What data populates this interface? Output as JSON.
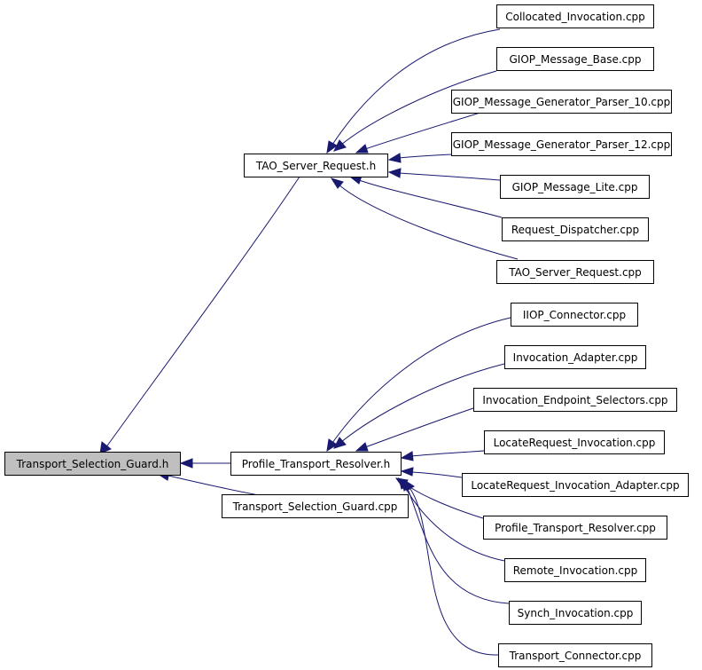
{
  "diagram": {
    "root": "Transport_Selection_Guard.h",
    "nodes": {
      "root": "Transport_Selection_Guard.h",
      "tsr_h": "TAO_Server_Request.h",
      "ptr_h": "Profile_Transport_Resolver.h",
      "tsg_cpp": "Transport_Selection_Guard.cpp",
      "collocated": "Collocated_Invocation.cpp",
      "giop_base": "GIOP_Message_Base.cpp",
      "giop_10": "GIOP_Message_Generator_Parser_10.cpp",
      "giop_12": "GIOP_Message_Generator_Parser_12.cpp",
      "giop_lite": "GIOP_Message_Lite.cpp",
      "req_disp": "Request_Dispatcher.cpp",
      "tsr_cpp": "TAO_Server_Request.cpp",
      "iiop": "IIOP_Connector.cpp",
      "inv_adapter": "Invocation_Adapter.cpp",
      "inv_endpoint": "Invocation_Endpoint_Selectors.cpp",
      "locreq": "LocateRequest_Invocation.cpp",
      "locreq_adapter": "LocateRequest_Invocation_Adapter.cpp",
      "ptr_cpp": "Profile_Transport_Resolver.cpp",
      "remote": "Remote_Invocation.cpp",
      "synch": "Synch_Invocation.cpp",
      "transport_conn": "Transport_Connector.cpp"
    },
    "edges": [
      {
        "from": "tsr_h",
        "to": "root"
      },
      {
        "from": "ptr_h",
        "to": "root"
      },
      {
        "from": "tsg_cpp",
        "to": "root"
      },
      {
        "from": "collocated",
        "to": "tsr_h"
      },
      {
        "from": "giop_base",
        "to": "tsr_h"
      },
      {
        "from": "giop_10",
        "to": "tsr_h"
      },
      {
        "from": "giop_12",
        "to": "tsr_h"
      },
      {
        "from": "giop_lite",
        "to": "tsr_h"
      },
      {
        "from": "req_disp",
        "to": "tsr_h"
      },
      {
        "from": "tsr_cpp",
        "to": "tsr_h"
      },
      {
        "from": "iiop",
        "to": "ptr_h"
      },
      {
        "from": "inv_adapter",
        "to": "ptr_h"
      },
      {
        "from": "inv_endpoint",
        "to": "ptr_h"
      },
      {
        "from": "locreq",
        "to": "ptr_h"
      },
      {
        "from": "locreq_adapter",
        "to": "ptr_h"
      },
      {
        "from": "ptr_cpp",
        "to": "ptr_h"
      },
      {
        "from": "remote",
        "to": "ptr_h"
      },
      {
        "from": "synch",
        "to": "ptr_h"
      },
      {
        "from": "transport_conn",
        "to": "ptr_h"
      }
    ],
    "colors": {
      "edge": "#191970",
      "root_fill": "#bfbfbf",
      "node_fill": "#ffffff",
      "node_border": "#000000"
    }
  }
}
